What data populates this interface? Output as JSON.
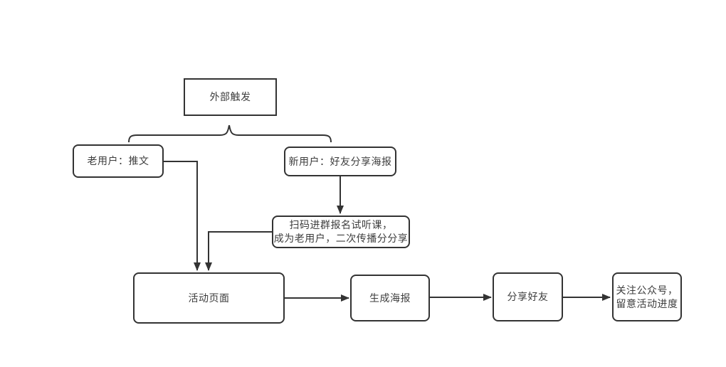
{
  "diagram": {
    "type": "flowchart",
    "background": "#ffffff",
    "line_color": "#333333",
    "text_color": "#3d3d3d",
    "nodes": {
      "external_trigger": {
        "label": "外部触发"
      },
      "old_user": {
        "label": "老用户：推文"
      },
      "new_user": {
        "label": "新用户：好友分享海报"
      },
      "scan_code": {
        "label": "扫码进群报名试听课，\n成为老用户，二次传播分分享"
      },
      "activity_page": {
        "label": "活动页面"
      },
      "generate_poster": {
        "label": "生成海报"
      },
      "share_friends": {
        "label": "分享好友"
      },
      "follow_account": {
        "label": "关注公众号，\n留意活动进度"
      }
    },
    "edges": [
      {
        "from": "external_trigger",
        "to": "old_user",
        "via": "brace"
      },
      {
        "from": "external_trigger",
        "to": "new_user",
        "via": "brace"
      },
      {
        "from": "new_user",
        "to": "scan_code"
      },
      {
        "from": "old_user",
        "to": "activity_page"
      },
      {
        "from": "scan_code",
        "to": "activity_page"
      },
      {
        "from": "activity_page",
        "to": "generate_poster"
      },
      {
        "from": "generate_poster",
        "to": "share_friends"
      },
      {
        "from": "share_friends",
        "to": "follow_account"
      }
    ]
  }
}
